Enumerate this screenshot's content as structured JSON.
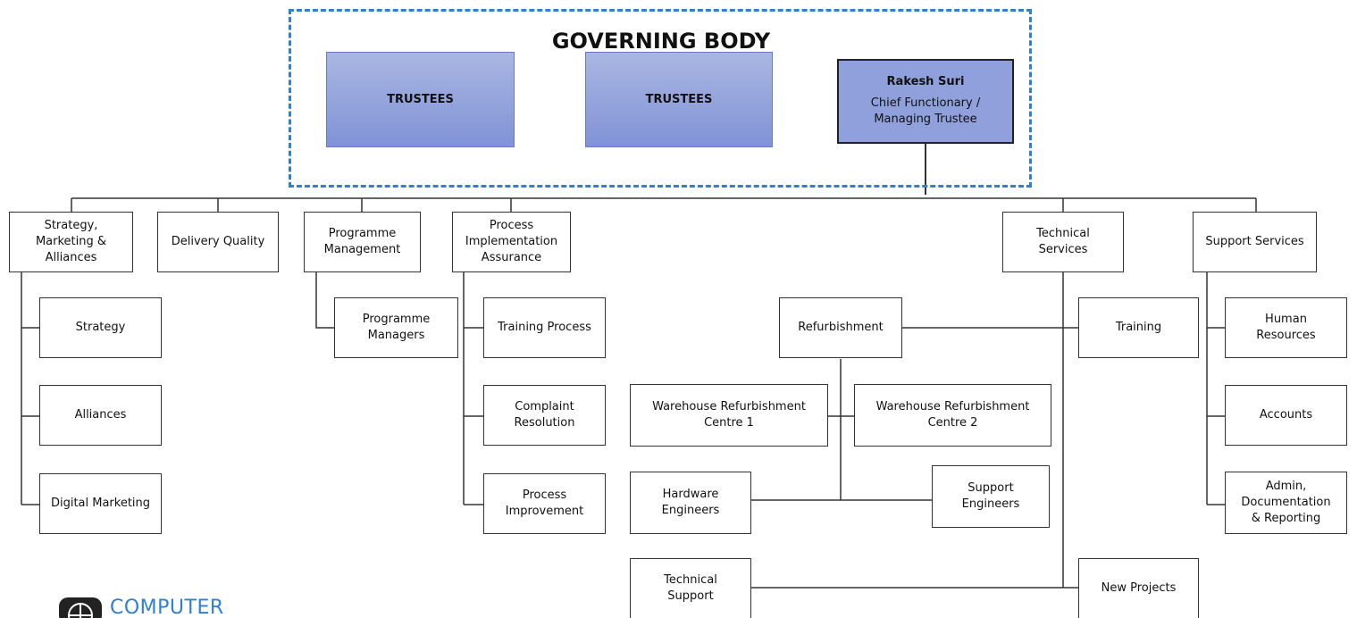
{
  "governing_body": {
    "title": "GOVERNING BODY",
    "trustee_1": "TRUSTEES",
    "trustee_2": "TRUSTEES",
    "chief_name": "Rakesh Suri",
    "chief_role": "Chief Functionary /\nManaging Trustee"
  },
  "departments": {
    "strategy_marketing": "Strategy,\nMarketing &\nAlliances",
    "delivery_quality": "Delivery Quality",
    "programme_management": "Programme\nManagement",
    "process_assurance": "Process\nImplementation\nAssurance",
    "technical_services": "Technical\nServices",
    "support_services": "Support  Services"
  },
  "units": {
    "strategy": "Strategy",
    "alliances": "Alliances",
    "digital_marketing": "Digital Marketing",
    "programme_managers": "Programme\nManagers",
    "training_process": "Training Process",
    "complaint_resolution": "Complaint\nResolution",
    "process_improvement": "Process\nImprovement",
    "refurbishment": "Refurbishment",
    "warehouse_1": "Warehouse Refurbishment\nCentre 1",
    "warehouse_2": "Warehouse Refurbishment\nCentre 2",
    "hardware_engineers": "Hardware\nEngineers",
    "support_engineers": "Support\nEngineers",
    "technical_support": "Technical\nSupport",
    "training": "Training",
    "new_projects": "New Projects",
    "human_resources": "Human\nResources",
    "accounts": "Accounts",
    "admin_documentation": "Admin,\nDocumentation\n& Reporting"
  },
  "logo": {
    "text": "COMPUTER",
    "icon": "computer-logo-icon"
  },
  "colors": {
    "frame": "#2f7fd4",
    "trustee_fill": "#8fa0dc",
    "line": "#333333"
  }
}
